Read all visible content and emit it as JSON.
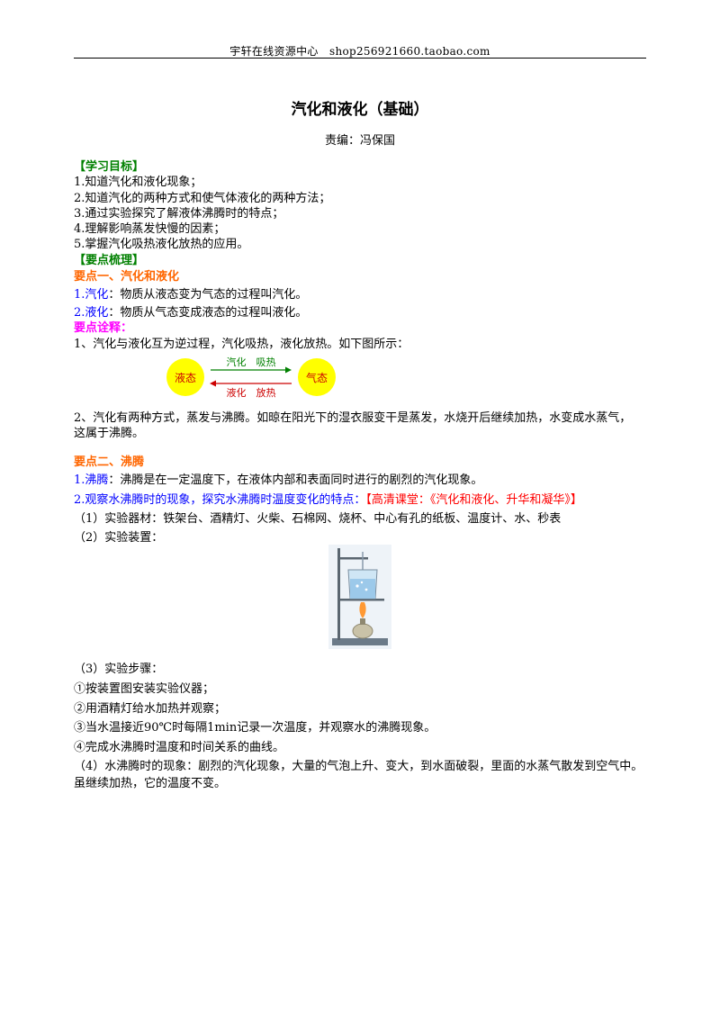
{
  "header": {
    "text": "宇轩在线资源中心　shop256921660.taobao.com"
  },
  "title": "汽化和液化（基础）",
  "editor": "责编：冯保国",
  "goals": {
    "heading": "【学习目标】",
    "items": [
      "1.知道汽化和液化现象；",
      "2.知道汽化的两种方式和使气体液化的两种方法；",
      "3.通过实验探究了解液体沸腾时的特点；",
      "4.理解影响蒸发快慢的因素；",
      "5.掌握汽化吸热液化放热的应用。"
    ]
  },
  "summary": {
    "heading": "【要点梳理】"
  },
  "point1": {
    "heading": "要点一、汽化和液化",
    "def1_term": "1.汽化",
    "def1_text": "：物质从液态变为气态的过程叫汽化。",
    "def2_term": "2.液化",
    "def2_text": "：物质从气态变成液态的过程叫液化。",
    "explain_heading": "要点诠释：",
    "explain1": "1、汽化与液化互为逆过程，汽化吸热，液化放热。如下图所示：",
    "diagram": {
      "left": "液态",
      "right": "气态",
      "top_label": "汽化　吸热",
      "bottom_label": "液化　放热",
      "circle_color": "#ffff00",
      "top_color": "#008000",
      "bottom_color": "#cc0000"
    },
    "explain2_line1": "2、汽化有两种方式，蒸发与沸腾。如晾在阳光下的湿衣服变干是蒸发，水烧开后继续加热，水变成水蒸气，",
    "explain2_line2": "这属于沸腾。"
  },
  "point2": {
    "heading": "要点二、沸腾",
    "def_term": "1.沸腾",
    "def_text": "：沸腾是在一定温度下，在液体内部和表面同时进行的剧烈的汽化现象。",
    "observe_text": "2.观察水沸腾时的现象，探究水沸腾时温度变化的特点：",
    "observe_link": "【高清课堂：《汽化和液化、升华和凝华》】",
    "equipment": "（1）实验器材：铁架台、酒精灯、火柴、石棉网、烧杯、中心有孔的纸板、温度计、水、秒表",
    "setup": "（2）实验装置：",
    "steps_heading": "（3）实验步骤：",
    "steps": [
      "①按装置图安装实验仪器；",
      "②用酒精灯给水加热并观察；",
      "③当水温接近90℃时每隔1min记录一次温度，并观察水的沸腾现象。",
      "④完成水沸腾时温度和时间关系的曲线。"
    ],
    "phenomenon_line1": "（4）水沸腾时的现象：剧烈的汽化现象，大量的气泡上升、变大，到水面破裂，里面的水蒸气散发到空气中。",
    "phenomenon_line2": "虽继续加热，它的温度不变。"
  }
}
